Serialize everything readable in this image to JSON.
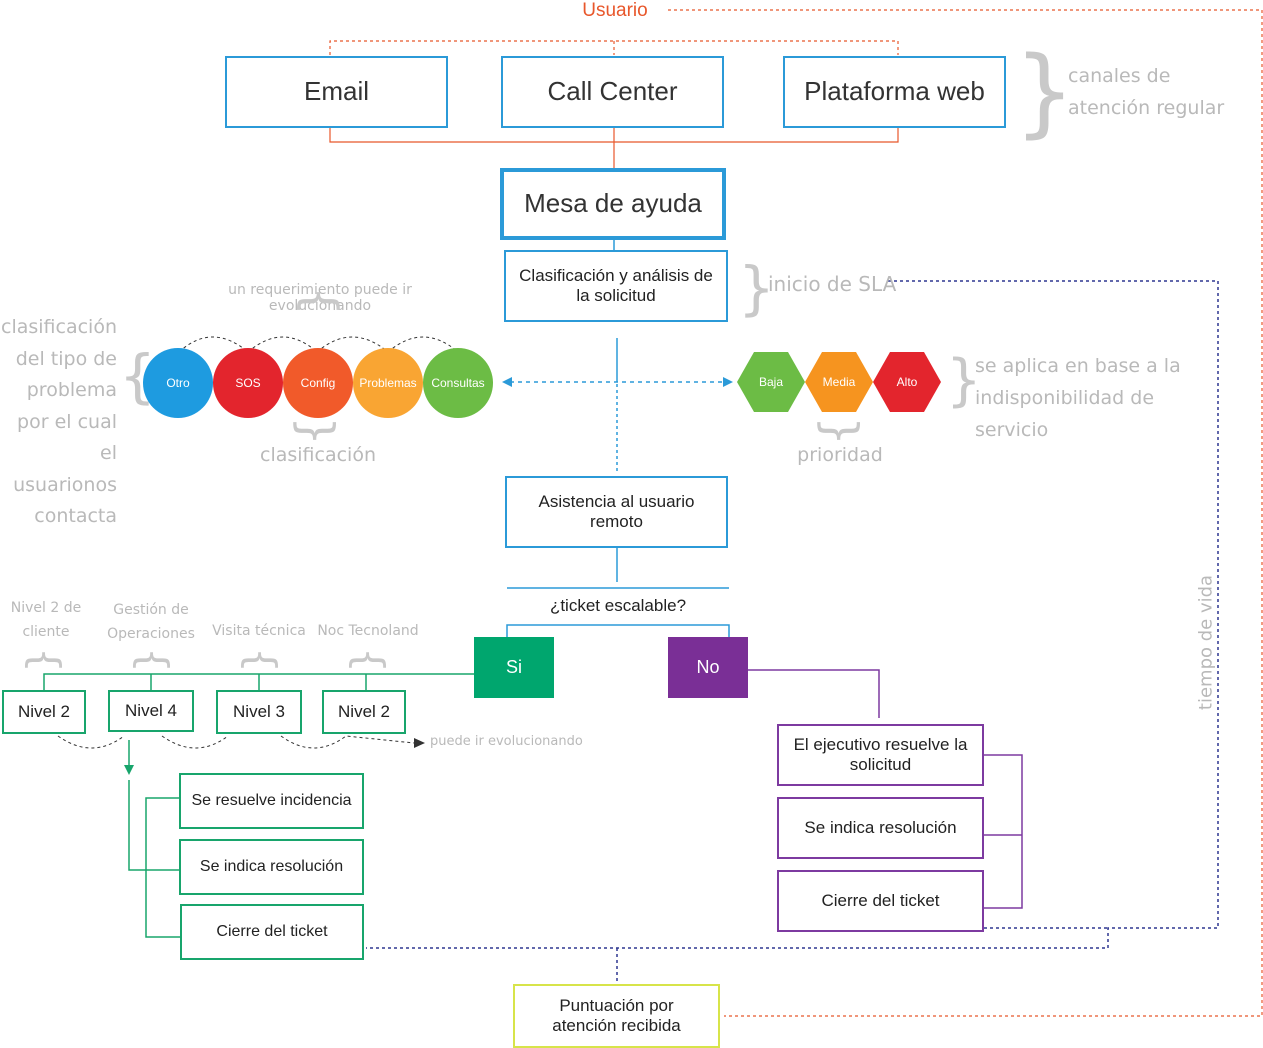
{
  "user": {
    "label": "Usuario"
  },
  "channels": {
    "items": [
      "Email",
      "Call Center",
      "Plataforma web"
    ],
    "note": "canales de atención regular"
  },
  "help_desk": "Mesa de ayuda",
  "classification_box": "Clasificación y análisis de la solicitud",
  "sla_note": "inicio de SLA",
  "evolving_note": "un requerimiento puede ir evolucionando",
  "problem_type_note": "clasificación del tipo de problema por el cual el usuarionos contacta",
  "categories": {
    "items": [
      {
        "label": "Otro",
        "color": "#1e9be0"
      },
      {
        "label": "SOS",
        "color": "#e3252d"
      },
      {
        "label": "Config",
        "color": "#f15a2a"
      },
      {
        "label": "Problemas",
        "color": "#f9a533"
      },
      {
        "label": "Consultas",
        "color": "#6cbc45"
      }
    ],
    "caption": "clasificación"
  },
  "priorities": {
    "items": [
      {
        "label": "Baja",
        "color": "#6cbc45"
      },
      {
        "label": "Media",
        "color": "#f6941f"
      },
      {
        "label": "Alto",
        "color": "#e3252d"
      }
    ],
    "caption": "prioridad",
    "note": "se aplica en base a la indisponibilidad de servicio"
  },
  "remote_assist": "Asistencia al usuario remoto",
  "question": "¿ticket escalable?",
  "yes": {
    "label": "Si",
    "color": "#00a66e"
  },
  "no": {
    "label": "No",
    "color": "#7a2f96"
  },
  "levels": [
    {
      "label": "Nivel 2",
      "note": "Nivel 2 de cliente"
    },
    {
      "label": "Nivel 4",
      "note": "Gestión de Operaciones"
    },
    {
      "label": "Nivel 3",
      "note": "Visita técnica"
    },
    {
      "label": "Nivel 2",
      "note": "Noc Tecnoland"
    }
  ],
  "levels_evolving": "puede ir evolucionando",
  "yes_steps": [
    "Se resuelve incidencia",
    "Se indica resolución",
    "Cierre del ticket"
  ],
  "no_steps": [
    "El ejecutivo resuelve la solicitud",
    "Se indica resolución",
    "Cierre del ticket"
  ],
  "lifetime": "tiempo de vida",
  "rating": "Puntuación por atención recibida",
  "colors": {
    "orange": "#e8572b",
    "blue": "#2b9ad8",
    "navy": "#2e3790",
    "gray": "#c9c9c9"
  }
}
